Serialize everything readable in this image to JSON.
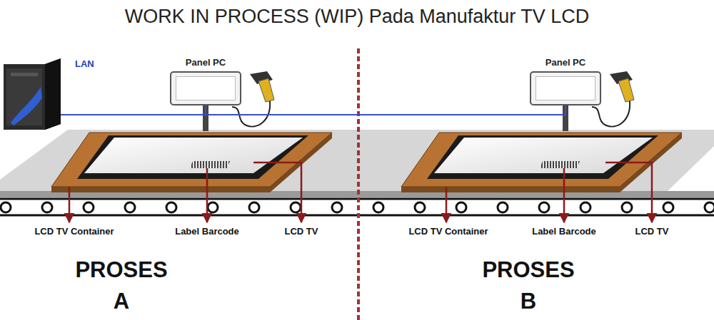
{
  "diagram": {
    "title": "WORK IN PROCESS (WIP) Pada Manufaktur TV LCD",
    "nodes": [
      {
        "text": [
          "LAN"
        ]
      },
      {
        "text": [
          "Panel PC"
        ]
      },
      {
        "text": [
          "Panel PC"
        ]
      }
    ],
    "edges": [
      {
        "from": 0,
        "to": 1,
        "arrow": "none"
      },
      {
        "from": 0,
        "to": 2,
        "arrow": "none"
      }
    ],
    "labels": [
      "LCD TV Container",
      "Label Barcode",
      "LCD TV",
      "PROSES A",
      "LCD TV Container",
      "Label Barcode",
      "LCD TV",
      "PROSES B"
    ]
  }
}
